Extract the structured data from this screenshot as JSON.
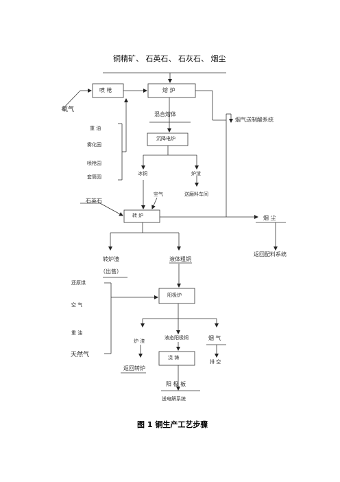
{
  "header": {
    "feed_materials": "铜精矿、 石英石、 石灰石、 烟尘"
  },
  "units": {
    "nozzle": "喷 枪",
    "smelting_furnace": "熔 炉",
    "settling_furnace": "沉降电炉",
    "converter": "转 炉",
    "anode_furnace": "阳极炉",
    "casting": "浇 铸"
  },
  "streams": {
    "oxygen": "氧气",
    "heavy_oil": "重 油",
    "spray_gun_1": "雾化园",
    "spray_gun_2": "喷枪园",
    "spray_gun_3": "套筒园",
    "mixed_melt": "混合熔体",
    "offgas_to_acid": "烟气送制酸系统",
    "matte": "冰铜",
    "slag": "炉渣",
    "air_1": "空气",
    "to_slag_mill": "送磨料车间",
    "quartz": "石英石",
    "dust": "烟 尘",
    "return_batching": "返回配料系统",
    "converter_slag": "转炉渣",
    "sold": "（出售）",
    "blister_copper": "液体粗铜",
    "reductant": "还原煤",
    "air_2": "空 气",
    "heavy_oil_2": "重 油",
    "natural_gas": "天然气",
    "furnace_slag": "炉 渣",
    "liquid_anode": "液态阳极铜",
    "flue_gas": "烟 气",
    "return_converter": "返回转炉",
    "to_atmosphere": "排 空",
    "anode_plate": "阳 极 板",
    "to_electrolysis": "送电解系统"
  },
  "caption": "图 1 铜生产工艺步骤"
}
